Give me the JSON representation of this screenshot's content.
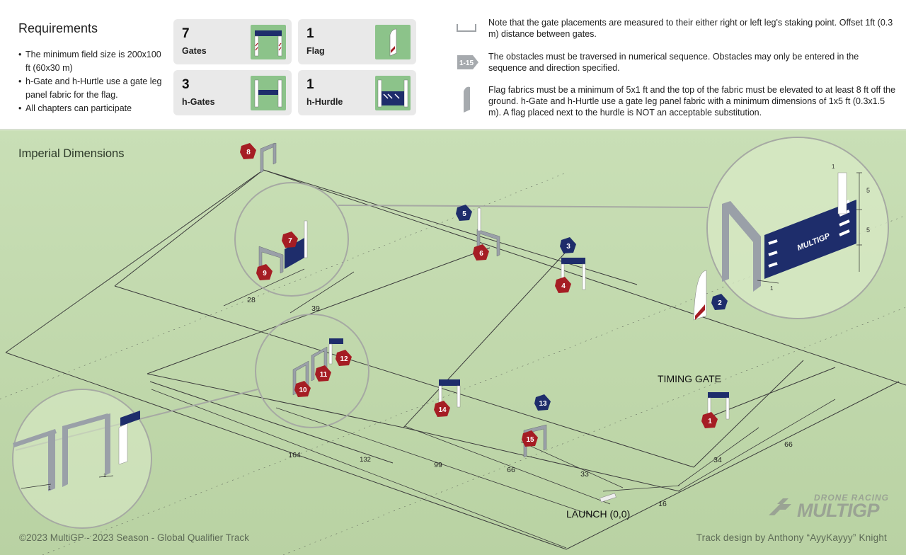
{
  "requirements": {
    "title": "Requirements",
    "items": [
      "The minimum field size is 200x100 ft (60x30 m)",
      "h-Gate and h-Hurtle use a gate leg panel fabric for the flag.",
      "All chapters can participate"
    ]
  },
  "counts": [
    {
      "number": "7",
      "label": "Gates",
      "icon": "gate-icon"
    },
    {
      "number": "1",
      "label": "Flag",
      "icon": "flag-icon"
    },
    {
      "number": "3",
      "label": "h-Gates",
      "icon": "h-gate-icon"
    },
    {
      "number": "1",
      "label": "h-Hurdle",
      "icon": "h-hurdle-icon"
    }
  ],
  "notes": [
    {
      "icon": "staking-point-icon",
      "text": "Note that the gate placements are measured to their either right or left leg's staking point. Offset 1ft (0.3 m) distance between gates."
    },
    {
      "icon": "sequence-badge-icon",
      "badge": "1-15",
      "text": "The obstacles must be traversed in numerical sequence. Obstacles may only be entered in the sequence and direction specified."
    },
    {
      "icon": "flag-icon",
      "text": "Flag fabrics must be a minimum of 5x1 ft and the top of the fabric must be elevated to at least 8 ft off the ground. h-Gate and h-Hurtle use a gate leg panel fabric with a minimum dimensions of 1x5 ft (0.3x1.5 m). A flag placed next to the hurdle is NOT an acceptable substitution."
    }
  ],
  "map": {
    "title": "Imperial Dimensions",
    "timing_gate_label": "TIMING GATE",
    "launch_label": "LAUNCH (0,0)",
    "dimensions": [
      "164",
      "132",
      "99",
      "66",
      "33",
      "16",
      "34",
      "66",
      "28",
      "39"
    ],
    "markers": [
      "1",
      "2",
      "3",
      "4",
      "5",
      "6",
      "7",
      "8",
      "9",
      "10",
      "11",
      "12",
      "13",
      "14",
      "15"
    ],
    "detail_dimensions": [
      "1",
      "5",
      "5",
      "1",
      "1",
      "1"
    ],
    "colors": {
      "field": "#cfe3bc",
      "red_marker": "#a51d24",
      "blue_marker": "#1e2d6b",
      "gate": "#9aa0a8"
    }
  },
  "brand": {
    "top": "DRONE RACING",
    "main": "MULTIGP"
  },
  "footer": {
    "left": "©2023 MultiGP - 2023 Season - Global Qualifier Track",
    "right": "Track design by Anthony “AyyKayyy” Knight"
  }
}
